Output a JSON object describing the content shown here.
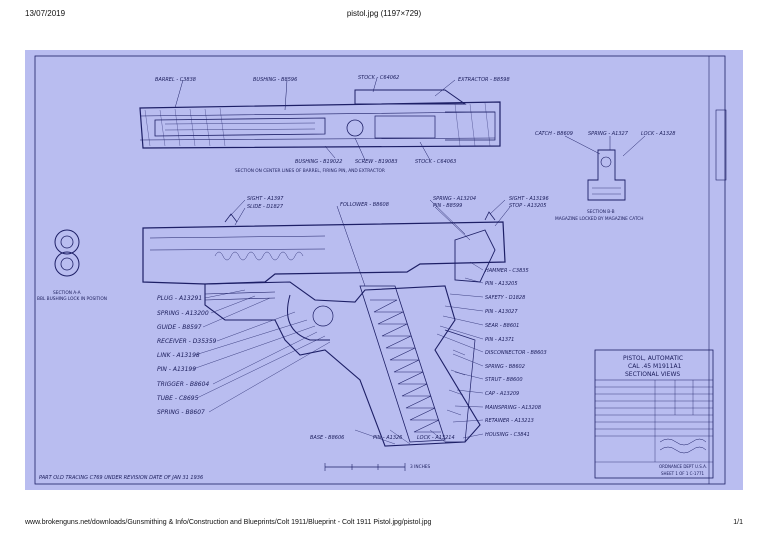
{
  "header": {
    "date": "13/07/2019",
    "title": "pistol.jpg (1197×729)"
  },
  "footer": {
    "url": "www.brokenguns.net/downloads/Gunsmithing & Info/Construction and Blueprints/Colt 1911/Blueprint - Colt 1911 Pistol.jpg/pistol.jpg",
    "page": "1/1"
  },
  "drawing": {
    "top_labels": {
      "barrel": "BARREL - C3838",
      "bushing": "BUSHING - B8596",
      "stock_top": "STOCK - C64062",
      "extractor": "EXTRACTOR - B8598",
      "bushing2": "BUSHING - B19022",
      "screw": "SCREW - B19083",
      "stock_bottom": "STOCK - C64063",
      "section_caption": "SECTION ON CENTER LINES OF BARREL, FIRING PIN, AND EXTRACTOR"
    },
    "catch_labels": {
      "catch": "CATCH - B8609",
      "spring": "SPRING - A1327",
      "lock": "LOCK - A1328",
      "section_bb": "SECTION B-B",
      "section_bb_note": "MAGAZINE LOCKED BY MAGAZINE CATCH"
    },
    "section_aa": {
      "title": "SECTION A-A",
      "note": "BBL BUSHING LOCK IN POSITION"
    },
    "upper_labels": {
      "sight_left": "SIGHT - A1397",
      "slide": "SLIDE - D1827",
      "follower": "FOLLOWER - B8608",
      "spring_right": "SPRING - A13204",
      "pin_right": "PIN - B8599",
      "sight_right": "SIGHT - A13196",
      "stop": "STOP - A13205"
    },
    "left_labels": [
      "PLUG - A13291",
      "SPRING - A13200",
      "GUIDE - B8597",
      "RECEIVER - D35359",
      "LINK - A13198",
      "PIN - A13199",
      "TRIGGER - B8604",
      "TUBE - C8695",
      "SPRING - B8607"
    ],
    "right_labels": [
      "HAMMER - C3835",
      "PIN - A13205",
      "SAFETY - D1828",
      "PIN - A13027",
      "SEAR - B8601",
      "PIN - A1371",
      "DISCONNECTOR - B8603",
      "SPRING - B8602",
      "STRUT - B8600",
      "CAP - A13209",
      "MAINSPRING - A13208",
      "RETAINER - A13213",
      "HOUSING - C3841"
    ],
    "bottom_labels": {
      "base": "BASE - B8606",
      "pin": "PIN - A1326",
      "lock": "LOCK - A13214"
    },
    "scale_label": "3 INCHES",
    "revision_note": "PART OLD TRACING C769 UNDER REVISION DATE OF JAN 31 1936",
    "title_block": {
      "line1": "PISTOL, AUTOMATIC",
      "line2": "CAL .45  M1911A1",
      "line3": "SECTIONAL VIEWS",
      "stamp": "ORDNANCE DEPT U.S.A.",
      "sheet_no": "SHEET 1 OF 1 C-1771"
    }
  }
}
